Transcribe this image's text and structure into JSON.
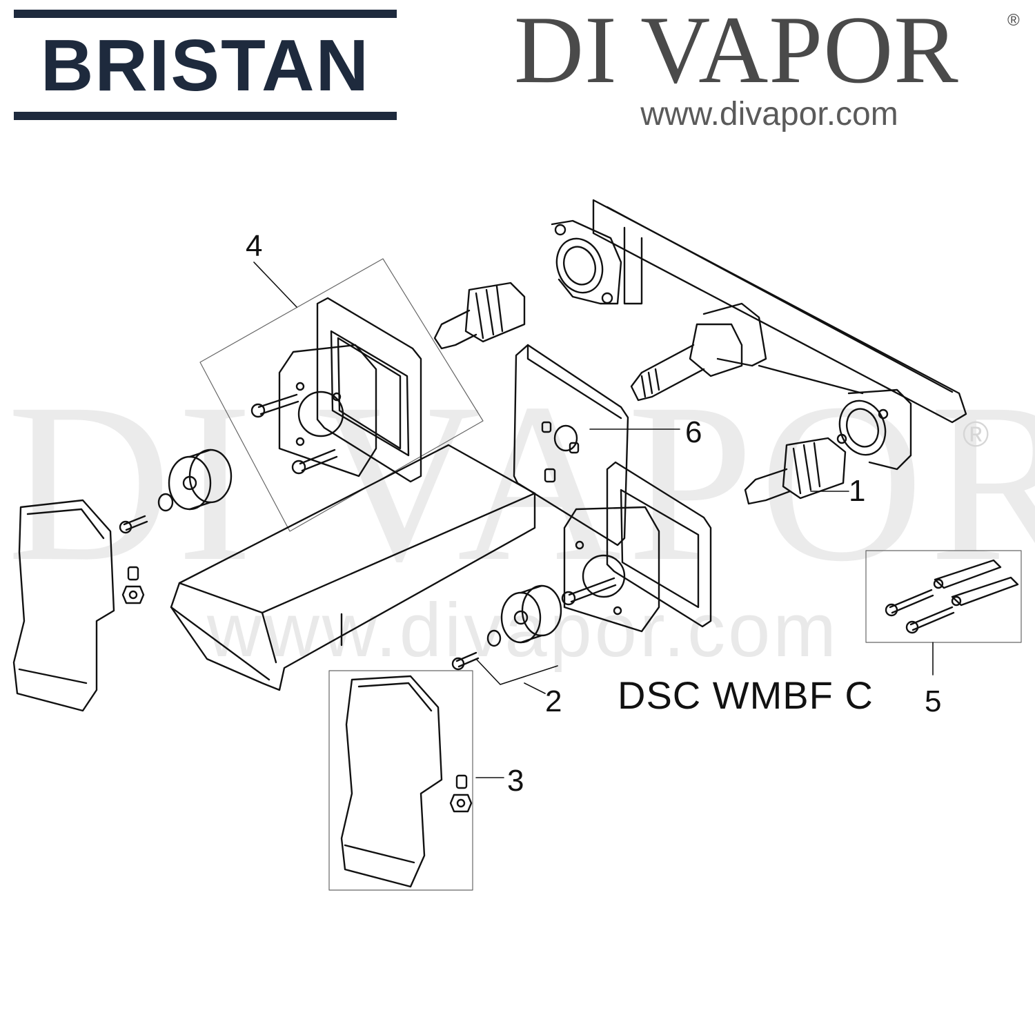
{
  "header": {
    "brand_name": "BRISTAN",
    "dealer_name": "DI VAPOR",
    "dealer_registered_mark": "®",
    "dealer_url": "www.divapor.com"
  },
  "watermark": {
    "text": "DI VAPOR",
    "registered_mark": "®",
    "url": "www.divapor.com"
  },
  "diagram": {
    "model_code": "DSC WMBF C",
    "callouts": [
      {
        "id": "1",
        "label": "1"
      },
      {
        "id": "2",
        "label": "2"
      },
      {
        "id": "3",
        "label": "3"
      },
      {
        "id": "4",
        "label": "4"
      },
      {
        "id": "5",
        "label": "5"
      },
      {
        "id": "6",
        "label": "6"
      }
    ]
  }
}
